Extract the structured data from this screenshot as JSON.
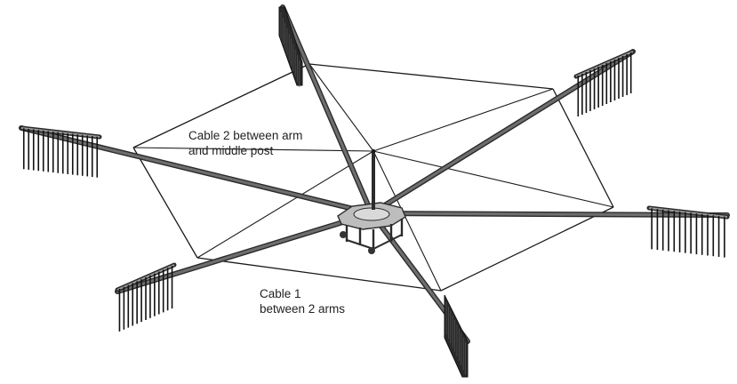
{
  "annotations": {
    "cable2": {
      "line1": "Cable 2 between arm",
      "line2": "and middle post"
    },
    "cable1": {
      "line1": "Cable 1",
      "line2": "between 2 arms"
    }
  },
  "colors": {
    "line": "#1a1a1a",
    "arm_fill": "#6e6e6e",
    "arm_edge": "#2b2b2b",
    "hub_fill": "#bdbdbd",
    "text": "#222222"
  }
}
